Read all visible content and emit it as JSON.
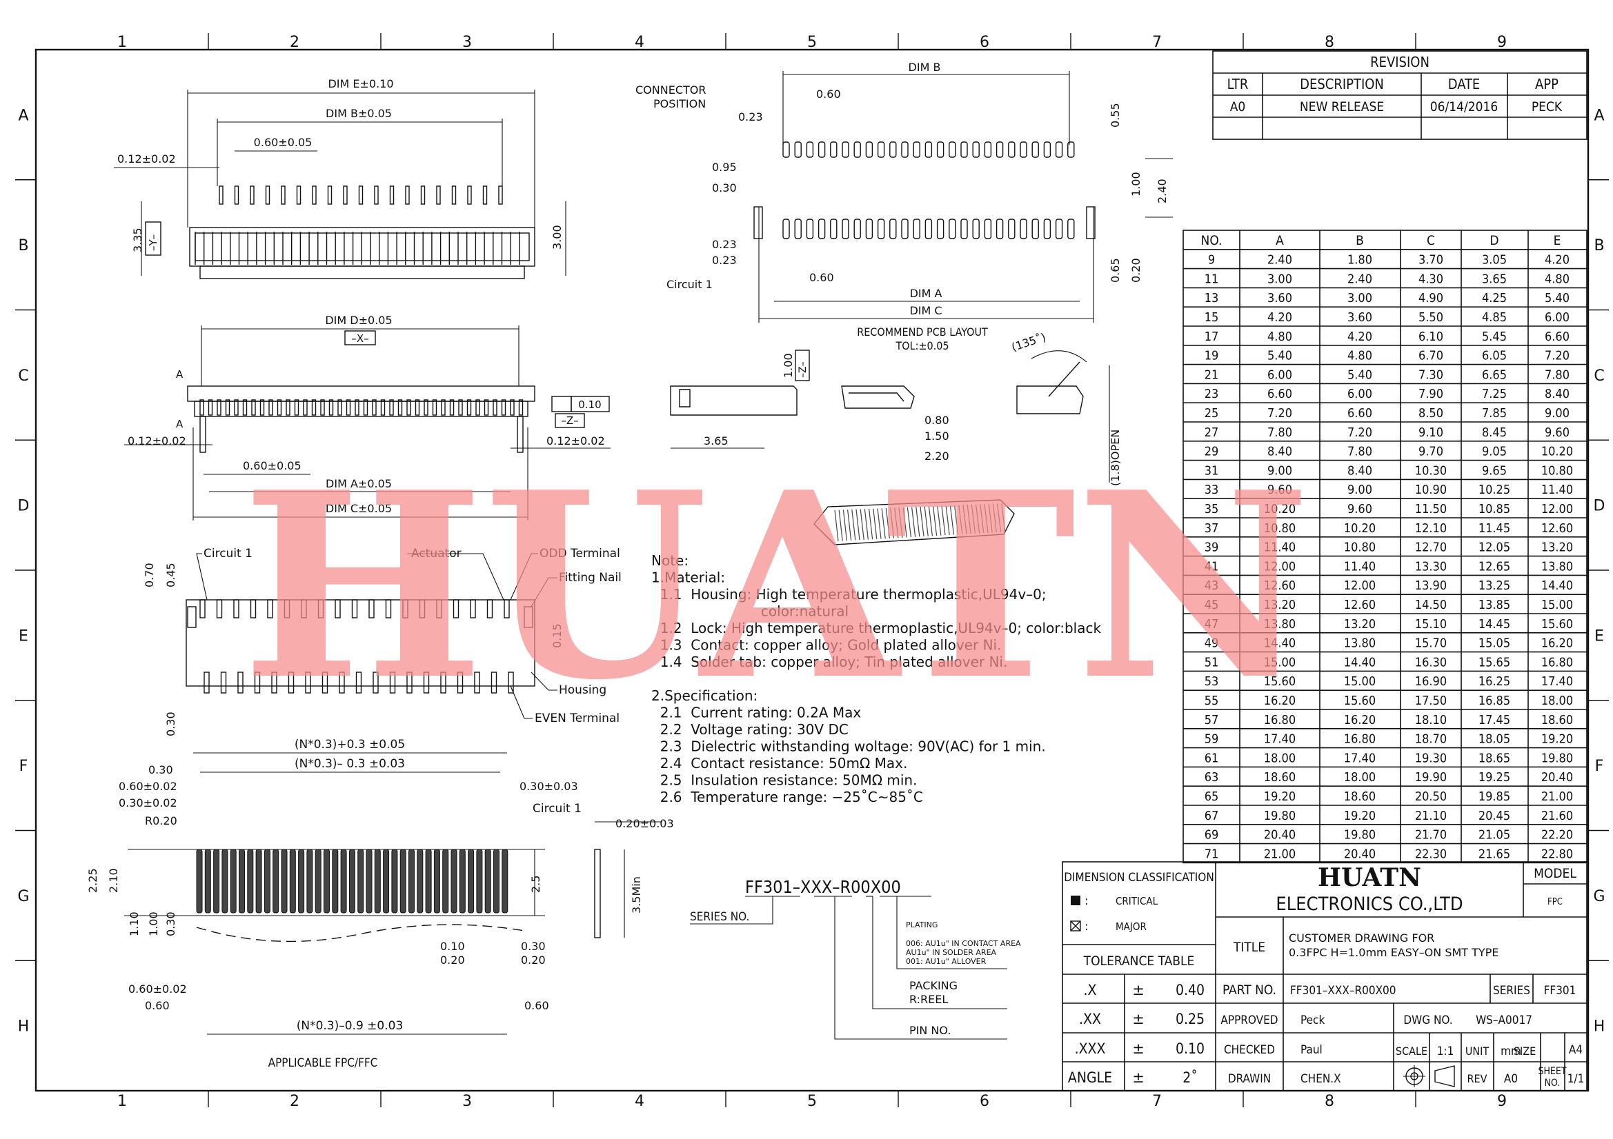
{
  "frame": {
    "col_labels": [
      "1",
      "2",
      "3",
      "4",
      "5",
      "6",
      "7",
      "8",
      "9"
    ],
    "row_labels": [
      "A",
      "B",
      "C",
      "D",
      "E",
      "F",
      "G",
      "H"
    ]
  },
  "watermark": "HUATN",
  "revision": {
    "title": "REVISION",
    "headers": [
      "LTR",
      "DESCRIPTION",
      "DATE",
      "APP"
    ],
    "rows": [
      [
        "A0",
        "NEW RELEASE",
        "06/14/2016",
        "PECK"
      ]
    ]
  },
  "dim_table": {
    "headers": [
      "NO.",
      "A",
      "B",
      "C",
      "D",
      "E"
    ],
    "rows": [
      [
        "9",
        "2.40",
        "1.80",
        "3.70",
        "3.05",
        "4.20"
      ],
      [
        "11",
        "3.00",
        "2.40",
        "4.30",
        "3.65",
        "4.80"
      ],
      [
        "13",
        "3.60",
        "3.00",
        "4.90",
        "4.25",
        "5.40"
      ],
      [
        "15",
        "4.20",
        "3.60",
        "5.50",
        "4.85",
        "6.00"
      ],
      [
        "17",
        "4.80",
        "4.20",
        "6.10",
        "5.45",
        "6.60"
      ],
      [
        "19",
        "5.40",
        "4.80",
        "6.70",
        "6.05",
        "7.20"
      ],
      [
        "21",
        "6.00",
        "5.40",
        "7.30",
        "6.65",
        "7.80"
      ],
      [
        "23",
        "6.60",
        "6.00",
        "7.90",
        "7.25",
        "8.40"
      ],
      [
        "25",
        "7.20",
        "6.60",
        "8.50",
        "7.85",
        "9.00"
      ],
      [
        "27",
        "7.80",
        "7.20",
        "9.10",
        "8.45",
        "9.60"
      ],
      [
        "29",
        "8.40",
        "7.80",
        "9.70",
        "9.05",
        "10.20"
      ],
      [
        "31",
        "9.00",
        "8.40",
        "10.30",
        "9.65",
        "10.80"
      ],
      [
        "33",
        "9.60",
        "9.00",
        "10.90",
        "10.25",
        "11.40"
      ],
      [
        "35",
        "10.20",
        "9.60",
        "11.50",
        "10.85",
        "12.00"
      ],
      [
        "37",
        "10.80",
        "10.20",
        "12.10",
        "11.45",
        "12.60"
      ],
      [
        "39",
        "11.40",
        "10.80",
        "12.70",
        "12.05",
        "13.20"
      ],
      [
        "41",
        "12.00",
        "11.40",
        "13.30",
        "12.65",
        "13.80"
      ],
      [
        "43",
        "12.60",
        "12.00",
        "13.90",
        "13.25",
        "14.40"
      ],
      [
        "45",
        "13.20",
        "12.60",
        "14.50",
        "13.85",
        "15.00"
      ],
      [
        "47",
        "13.80",
        "13.20",
        "15.10",
        "14.45",
        "15.60"
      ],
      [
        "49",
        "14.40",
        "13.80",
        "15.70",
        "15.05",
        "16.20"
      ],
      [
        "51",
        "15.00",
        "14.40",
        "16.30",
        "15.65",
        "16.80"
      ],
      [
        "53",
        "15.60",
        "15.00",
        "16.90",
        "16.25",
        "17.40"
      ],
      [
        "55",
        "16.20",
        "15.60",
        "17.50",
        "16.85",
        "18.00"
      ],
      [
        "57",
        "16.80",
        "16.20",
        "18.10",
        "17.45",
        "18.60"
      ],
      [
        "59",
        "17.40",
        "16.80",
        "18.70",
        "18.05",
        "19.20"
      ],
      [
        "61",
        "18.00",
        "17.40",
        "19.30",
        "18.65",
        "19.80"
      ],
      [
        "63",
        "18.60",
        "18.00",
        "19.90",
        "19.25",
        "20.40"
      ],
      [
        "65",
        "19.20",
        "18.60",
        "20.50",
        "19.85",
        "21.00"
      ],
      [
        "67",
        "19.80",
        "19.20",
        "21.10",
        "20.45",
        "21.60"
      ],
      [
        "69",
        "20.40",
        "19.80",
        "21.70",
        "21.05",
        "22.20"
      ],
      [
        "71",
        "21.00",
        "20.40",
        "22.30",
        "21.65",
        "22.80"
      ]
    ]
  },
  "notes": {
    "lines": [
      "Note:",
      "1.Material:",
      "  1.1  Housing: High temperature thermoplastic,UL94v–0;",
      "                         color:natural",
      "  1.2  Lock: High temperature thermoplastic,UL94v–0; color:black",
      "  1.3  Contact: copper alloy; Gold plated allover Ni.",
      "  1.4  Solder tab: copper alloy; Tin plated allover Ni.",
      "",
      "2.Specification:",
      "  2.1  Current rating: 0.2A Max",
      "  2.2  Voltage rating: 30V DC",
      "  2.3  Dielectric withstanding woltage: 90V(AC) for 1 min.",
      "  2.4  Contact resistance: 50mΩ Max.",
      "  2.5  Insulation resistance: 50MΩ min.",
      "  2.6  Temperature range: −25˚C~85˚C"
    ]
  },
  "part_code": {
    "code": "FF301–XXX–R00X00",
    "series_label": "SERIES NO.",
    "plating_title": "PLATING",
    "plating_lines": [
      "006: AU1u\" IN CONTACT AREA",
      "     AU1u\" IN SOLDER AREA",
      "001: AU1u\" ALLOVER"
    ],
    "packing": "PACKING",
    "reel": "R:REEL",
    "pin_no": "PIN NO."
  },
  "labels": {
    "dim_e": "DIM E±0.10",
    "dim_b": "DIM B±0.05",
    "p060_005": "0.60±0.05",
    "p012_002": "0.12±0.02",
    "d335": "3.35",
    "y": "–Y–",
    "d300": "3.00",
    "dim_d": "DIM D±0.05",
    "x": "–X–",
    "a": "A",
    "flat": "0.10",
    "z": "–Z–",
    "dim_a": "DIM A±0.05",
    "dim_c": "DIM C±0.05",
    "circuit1": "Circuit 1",
    "actuator": "Actuator",
    "odd_terminal": "ODD Terminal",
    "fitting_nail": "Fitting Nail",
    "housing": "Housing",
    "even_terminal": "EVEN Terminal",
    "d070": "0.70",
    "d045": "0.45",
    "d015": "0.15",
    "d030": "0.30",
    "fpc_a": "(N*0.3)+0.3 ±0.05",
    "fpc_b": "(N*0.3)– 0.3 ±0.03",
    "fpc_c": "(N*0.3)–0.9 ±0.03",
    "p060_002": "0.60±0.02",
    "p030_002": "0.30±0.02",
    "r020": "R0.20",
    "p030_003": "0.30±0.03",
    "d225": "2.25",
    "d210": "2.10",
    "d110": "1.10",
    "d100": "1.00",
    "d25": "2.5",
    "d010": "0.10",
    "d020": "0.20",
    "d060": "0.60",
    "p020_003": "0.20±0.03",
    "d35min": "3.5Min",
    "applicable": "APPLICABLE FPC/FFC",
    "connector_pos": "CONNECTOR",
    "position": "POSITION",
    "dim_b2": "DIM B",
    "d023": "0.23",
    "d055": "0.55",
    "d095": "0.95",
    "d240": "2.40",
    "d065": "0.65",
    "pcb_a": "DIM A",
    "pcb_c": "DIM C",
    "recommend": "RECOMMEND PCB LAYOUT",
    "tol": "TOL:±0.05",
    "d365": "3.65",
    "d080": "0.80",
    "d150": "1.50",
    "d220": "2.20",
    "ang135": "(135˚)",
    "open": "(1.8)OPEN"
  },
  "title_block": {
    "dim_class": "DIMENSION CLASSIFICATION",
    "critical": "CRITICAL",
    "major": "MAJOR",
    "tol_table": "TOLERANCE TABLE",
    "tol_rows": [
      [
        ".X",
        "±",
        "0.40"
      ],
      [
        ".XX",
        "±",
        "0.25"
      ],
      [
        ".XXX",
        "±",
        "0.10"
      ],
      [
        "ANGLE",
        "±",
        "2˚"
      ]
    ],
    "company": "HUATN",
    "company_sub": "ELECTRONICS CO.,LTD",
    "model_label": "MODEL",
    "model_value": "FPC",
    "title_label": "TITLE",
    "title_line1": "CUSTOMER DRAWING FOR",
    "title_line2": "0.3FPC H=1.0mm EASY–ON SMT TYPE",
    "part_no_label": "PART NO.",
    "part_no": "FF301–XXX–R00X00",
    "series_label": "SERIES",
    "series": "FF301",
    "approved_label": "APPROVED",
    "approved": "Peck",
    "dwg_label": "DWG NO.",
    "dwg": "WS–A0017",
    "checked_label": "CHECKED",
    "checked": "Paul",
    "scale_label": "SCALE",
    "scale": "1:1",
    "unit_label": "UNIT",
    "unit": "mm",
    "size_label": "SIZE",
    "size": "A4",
    "drawin_label": "DRAWIN",
    "drawin": "CHEN.X",
    "rev_label": "REV",
    "rev": "A0",
    "sheet_label1": "SHEET",
    "sheet_label2": "NO.",
    "sheet": "1/1"
  }
}
